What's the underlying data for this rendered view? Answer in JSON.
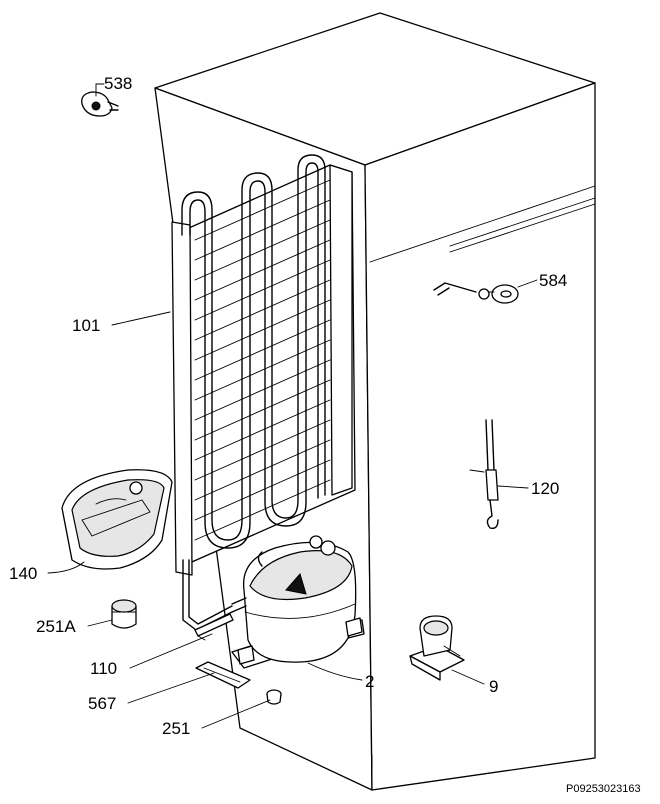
{
  "callouts": {
    "p538": "538",
    "p584": "584",
    "p101": "101",
    "p120": "120",
    "p140": "140",
    "p251a": "251A",
    "p110": "110",
    "p2": "2",
    "p9": "9",
    "p567": "567",
    "p251": "251"
  },
  "drawing_ref": "P09253023163"
}
